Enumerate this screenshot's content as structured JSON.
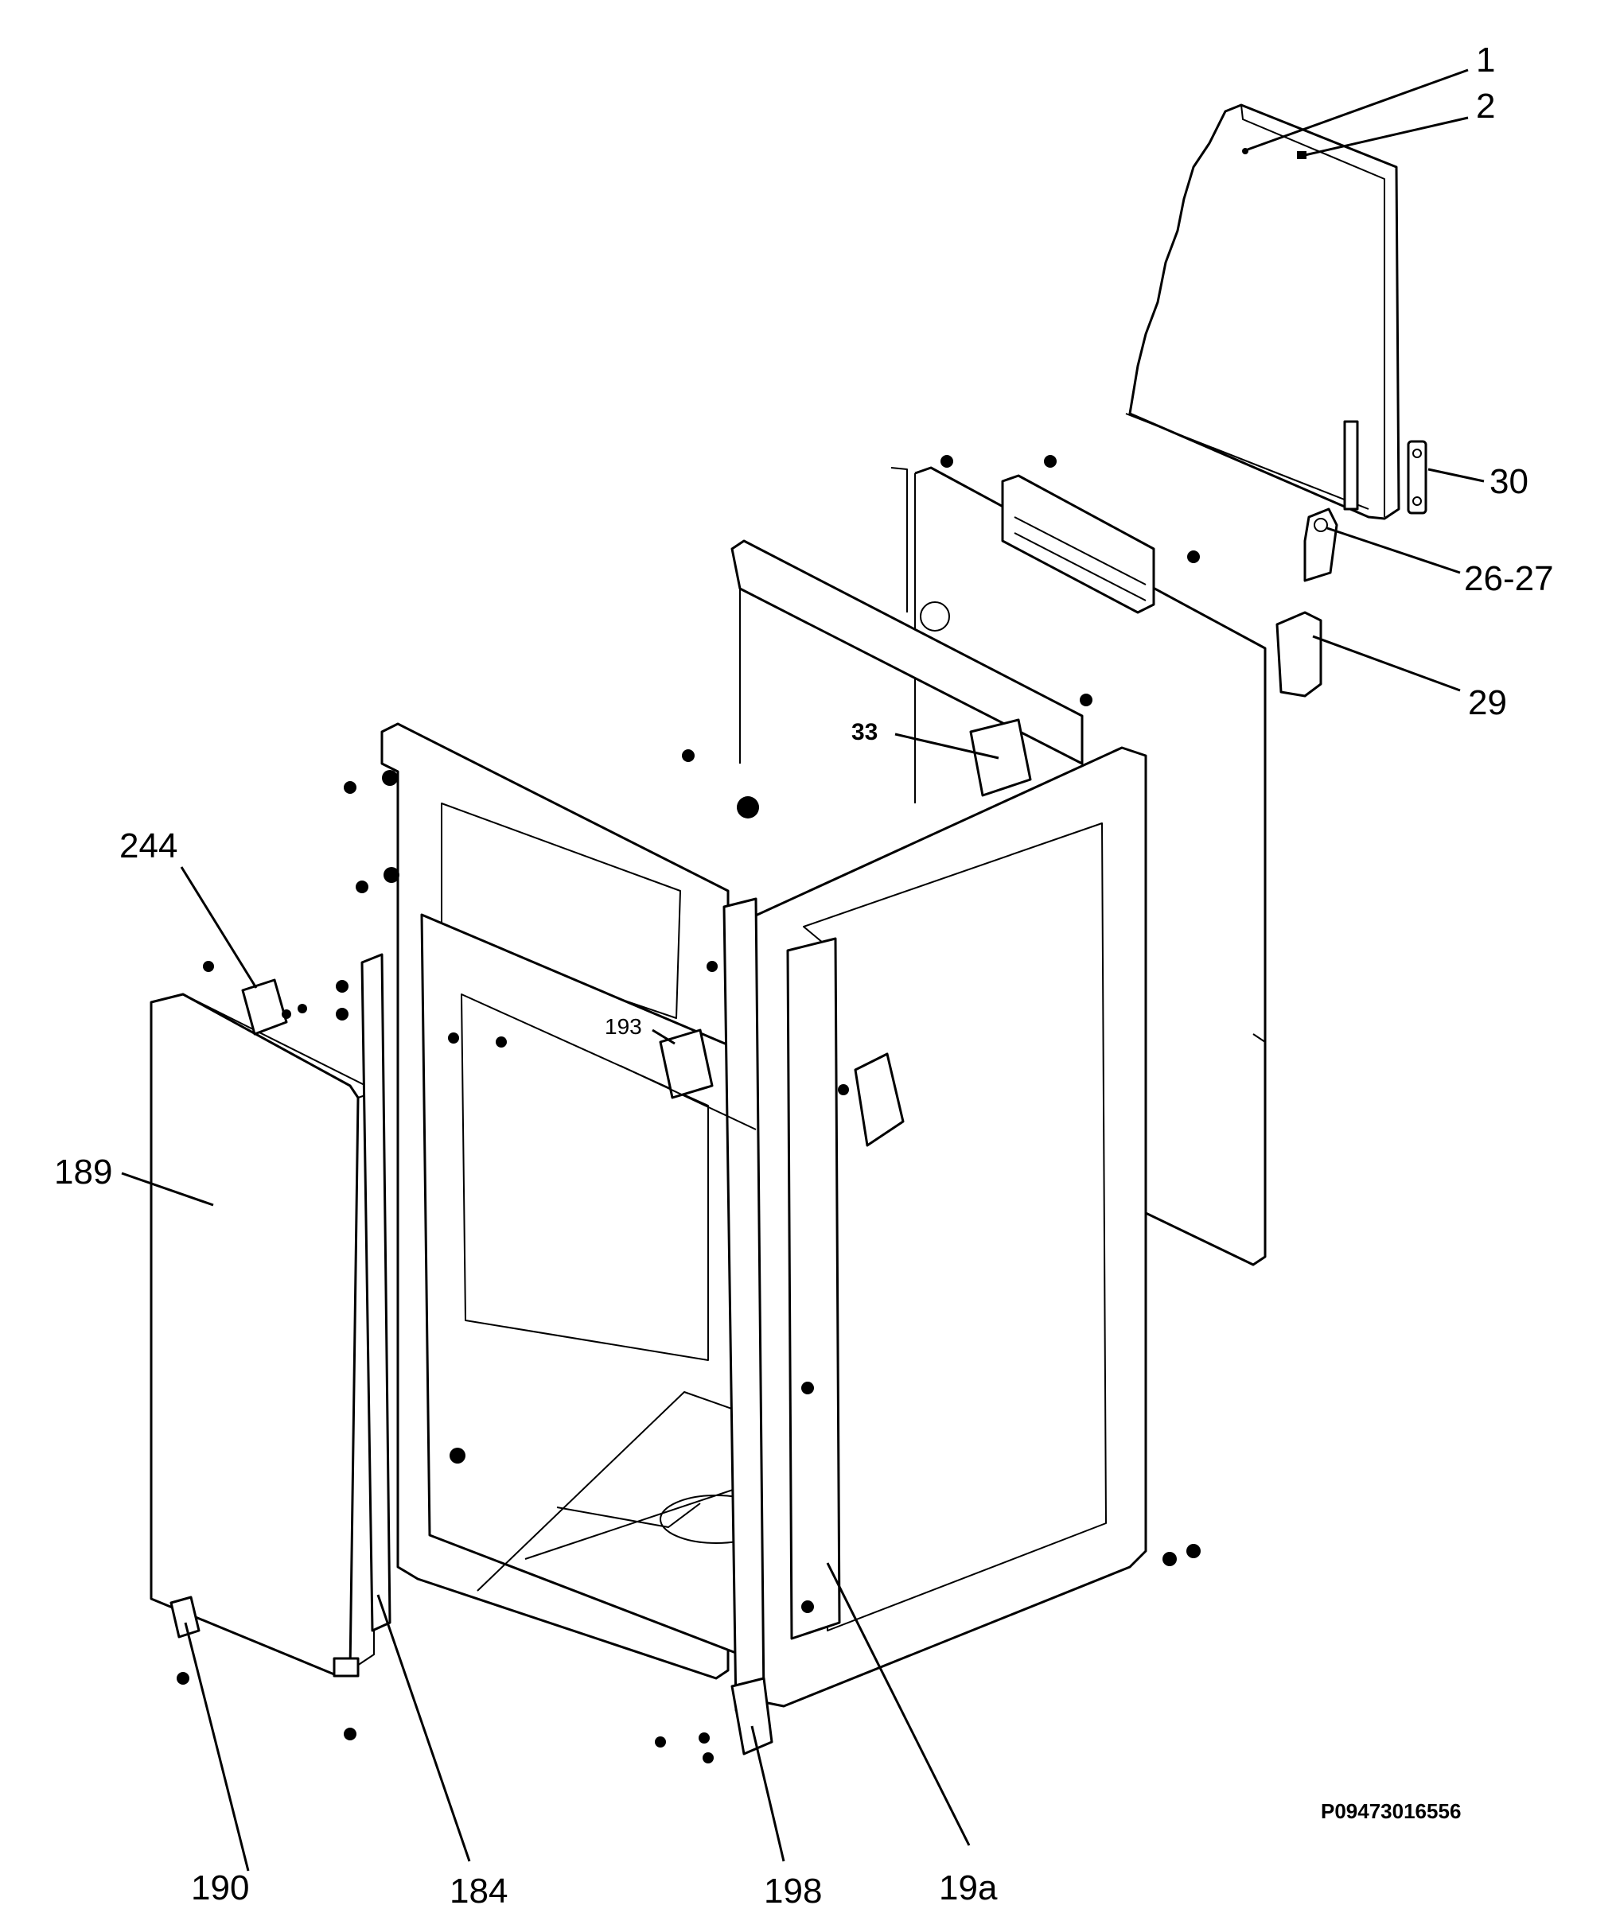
{
  "diagram": {
    "reference_code": "P09473016556",
    "callouts": [
      {
        "id": "1",
        "text": "1"
      },
      {
        "id": "2",
        "text": "2"
      },
      {
        "id": "30",
        "text": "30"
      },
      {
        "id": "26-27",
        "text": "26-27"
      },
      {
        "id": "29",
        "text": "29"
      },
      {
        "id": "33",
        "text": "33"
      },
      {
        "id": "244",
        "text": "244"
      },
      {
        "id": "193",
        "text": "193"
      },
      {
        "id": "189",
        "text": "189"
      },
      {
        "id": "190",
        "text": "190"
      },
      {
        "id": "184",
        "text": "184"
      },
      {
        "id": "198",
        "text": "198"
      },
      {
        "id": "19a",
        "text": "19a"
      }
    ]
  }
}
